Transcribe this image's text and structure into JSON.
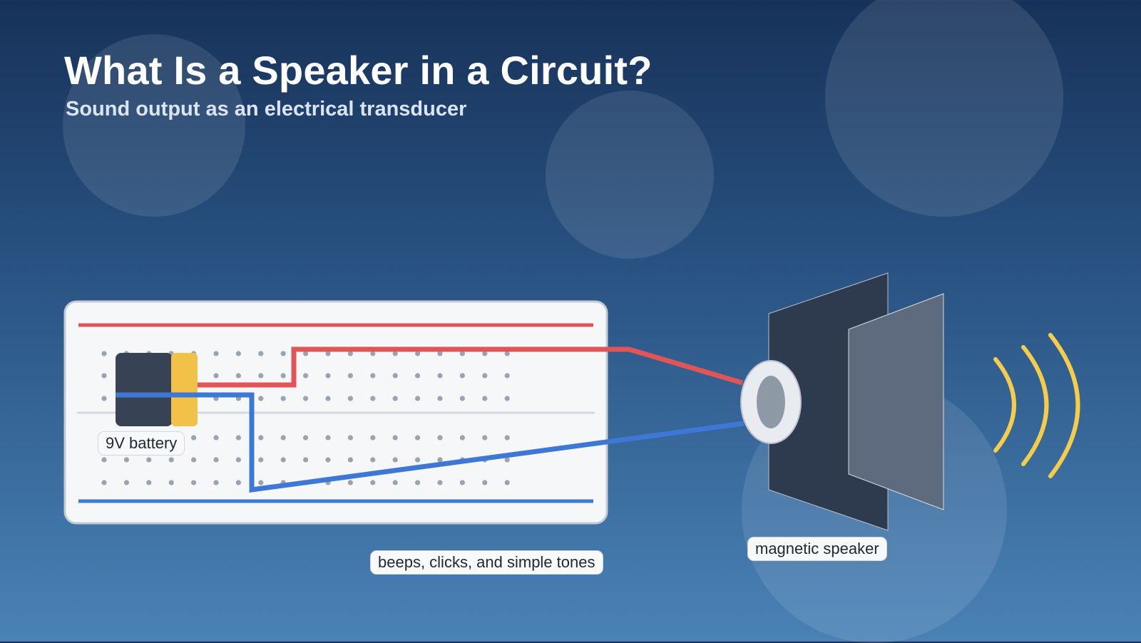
{
  "slide": {
    "title": "What Is a Speaker in a Circuit?",
    "subtitle": "Sound output as an electrical transducer"
  },
  "labels": {
    "battery": "9V battery",
    "speaker": "magnetic speaker",
    "sound": "beeps, clicks, and simple tones"
  },
  "colors": {
    "positive_wire": "#e05555",
    "negative_wire": "#3d78d4",
    "battery_body": "#374355",
    "battery_terminal": "#f2c14a",
    "speaker_frame": "#2e3a4d",
    "speaker_cone": "#5e6b7f",
    "sound_waves": "#f5cd4a",
    "breadboard": "#f6f7f9"
  },
  "icons": [
    "breadboard",
    "battery-9v",
    "speaker",
    "sound-waves"
  ]
}
